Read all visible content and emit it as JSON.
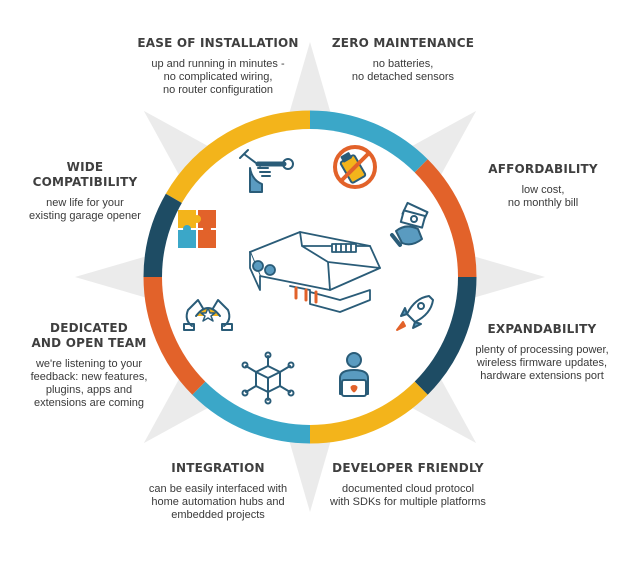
{
  "colors": {
    "yellow": "#F3B41B",
    "teal": "#3BA7C8",
    "orange": "#E2622A",
    "navy": "#1E4C64",
    "wedge": "#EBEBEB",
    "icon_stroke": "#2A5C78",
    "text": "#3F3F3F"
  },
  "features": [
    {
      "id": "ease-of-installation",
      "title": "EASE OF INSTALLATION",
      "desc": "up and running in minutes -\nno complicated wiring,\nno router configuration",
      "icon": "wrench-hand-icon"
    },
    {
      "id": "zero-maintenance",
      "title": "ZERO MAINTENANCE",
      "desc": "no batteries,\nno detached sensors",
      "icon": "no-battery-icon"
    },
    {
      "id": "affordability",
      "title": "AFFORDABILITY",
      "desc": "low cost,\nno monthly bill",
      "icon": "money-hand-icon"
    },
    {
      "id": "expandability",
      "title": "EXPANDABILITY",
      "desc": "plenty of processing power,\nwireless firmware updates,\nhardware extensions port",
      "icon": "rocket-icon"
    },
    {
      "id": "developer-friendly",
      "title": "DEVELOPER FRIENDLY",
      "desc": "documented cloud protocol\nwith SDKs for multiple platforms",
      "icon": "developer-icon"
    },
    {
      "id": "integration",
      "title": "INTEGRATION",
      "desc": "can be easily interfaced with\nhome automation hubs and\nembedded projects",
      "icon": "network-cube-icon"
    },
    {
      "id": "dedicated-team",
      "title": "DEDICATED\nAND OPEN TEAM",
      "desc": "we're listening to your\nfeedback: new features,\nplugins, apps and\nextensions are coming",
      "icon": "team-hands-icon"
    },
    {
      "id": "wide-compatibility",
      "title": "WIDE\nCOMPATIBILITY",
      "desc": "new life for your\nexisting garage opener",
      "icon": "puzzle-icon"
    }
  ],
  "center": {
    "icon": "garage-device-icon"
  }
}
